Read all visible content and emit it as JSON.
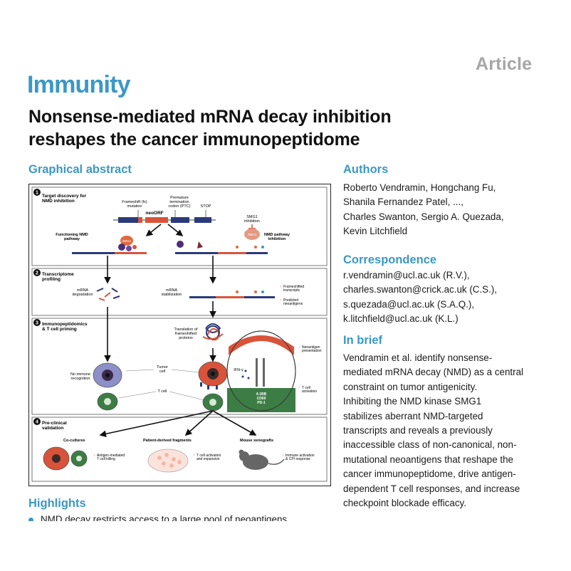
{
  "header": {
    "article_label": "Article",
    "journal": "Immunity",
    "title_line1": "Nonsense-mediated mRNA decay inhibition",
    "title_line2": "reshapes the cancer immunopeptidome"
  },
  "sections": {
    "graphical_abstract": "Graphical abstract",
    "authors": "Authors",
    "correspondence": "Correspondence",
    "in_brief": "In brief",
    "highlights": "Highlights"
  },
  "authors": [
    "Roberto Vendramin, Hongchang Fu,",
    "Shanila Fernandez Patel, ...,",
    "Charles Swanton, Sergio A. Quezada,",
    "Kevin Litchfield"
  ],
  "correspondence": [
    "r.vendramin@ucl.ac.uk (R.V.),",
    "charles.swanton@crick.ac.uk (C.S.),",
    "s.quezada@ucl.ac.uk (S.A.Q.),",
    "k.litchfield@ucl.ac.uk (K.L.)"
  ],
  "in_brief": [
    "Vendramin et al. identify nonsense-",
    "mediated mRNA decay (NMD) as a central",
    "constraint on tumor antigenicity.",
    "Inhibiting the NMD kinase SMG1",
    "stabilizes aberrant NMD-targeted",
    "transcripts and reveals a previously",
    "inaccessible class of non-canonical, non-",
    "mutational neoantigens that reshape the",
    "cancer immunopeptidome, drive antigen-",
    "dependent T cell responses, and increase",
    "checkpoint blockade efficacy."
  ],
  "highlights": [
    "NMD decay restricts access to a large pool of neoantigens"
  ],
  "figure": {
    "panel1": {
      "number": "1",
      "title_line1": "Target discovery for",
      "title_line2": "NMD inhibition",
      "frameshift_l1": "Frameshift (fs)",
      "frameshift_l2": "mutation",
      "ptc_l1": "Premature",
      "ptc_l2": "termination",
      "ptc_l3": "codon (PTC)",
      "stop": "STOP",
      "neoorf": "neoORF",
      "smg1_inhib_l1": "SMG1",
      "smg1_inhib_l2": "inhibition",
      "smg1": "SMG1",
      "functioning_l1": "Functioning NMD",
      "functioning_l2": "pathway",
      "nmd_inhib_l1": "NMD pathway",
      "nmd_inhib_l2": "inhibition"
    },
    "panel2": {
      "number": "2",
      "title_line1": "Transcriptome",
      "title_line2": "profiling",
      "degradation_l1": "mRNA",
      "degradation_l2": "degradation",
      "stabilization_l1": "mRNA",
      "stabilization_l2": "stabilization",
      "legend1_l1": "Frameshifted",
      "legend1_l2": "transcripts",
      "legend2_l1": "Predicted",
      "legend2_l2": "neoantigens"
    },
    "panel3": {
      "number": "3",
      "title_line1": "Immunopeptidomics",
      "title_line2": "& T cell priming",
      "translation_l1": "Translation of",
      "translation_l2": "frameshifted",
      "translation_l3": "proteins",
      "no_immune_l1": "No immune",
      "no_immune_l2": "recognition",
      "tumor_cell_l1": "Tumor",
      "tumor_cell_l2": "cell",
      "t_cell": "T cell",
      "neoantigen_l1": "Neoantigen",
      "neoantigen_l2": "presentation",
      "tcell_act_l1": "T cell",
      "tcell_act_l2": "activation",
      "ifn": "IFN-γ",
      "marker1": "4-1BB",
      "marker2": "CD69",
      "marker3": "PD-1"
    },
    "panel4": {
      "number": "4",
      "title_line1": "Pre-clinical",
      "title_line2": "validation",
      "cocultures": "Co-cultures",
      "pdf": "Patient-derived fragments",
      "xeno": "Mouse xenografts",
      "res1_l1": "Antigen-mediated",
      "res1_l2": "T cell killing",
      "res2_l1": "T cell activation",
      "res2_l2": "and expansion",
      "res3_l1": "Immune activation",
      "res3_l2": "& CPI response"
    },
    "colors": {
      "red": "#d9533a",
      "green": "#3c7d45",
      "lavender": "#8d8fc8",
      "navy": "#2a3a7a",
      "blue_accent": "#3a98c7"
    }
  }
}
